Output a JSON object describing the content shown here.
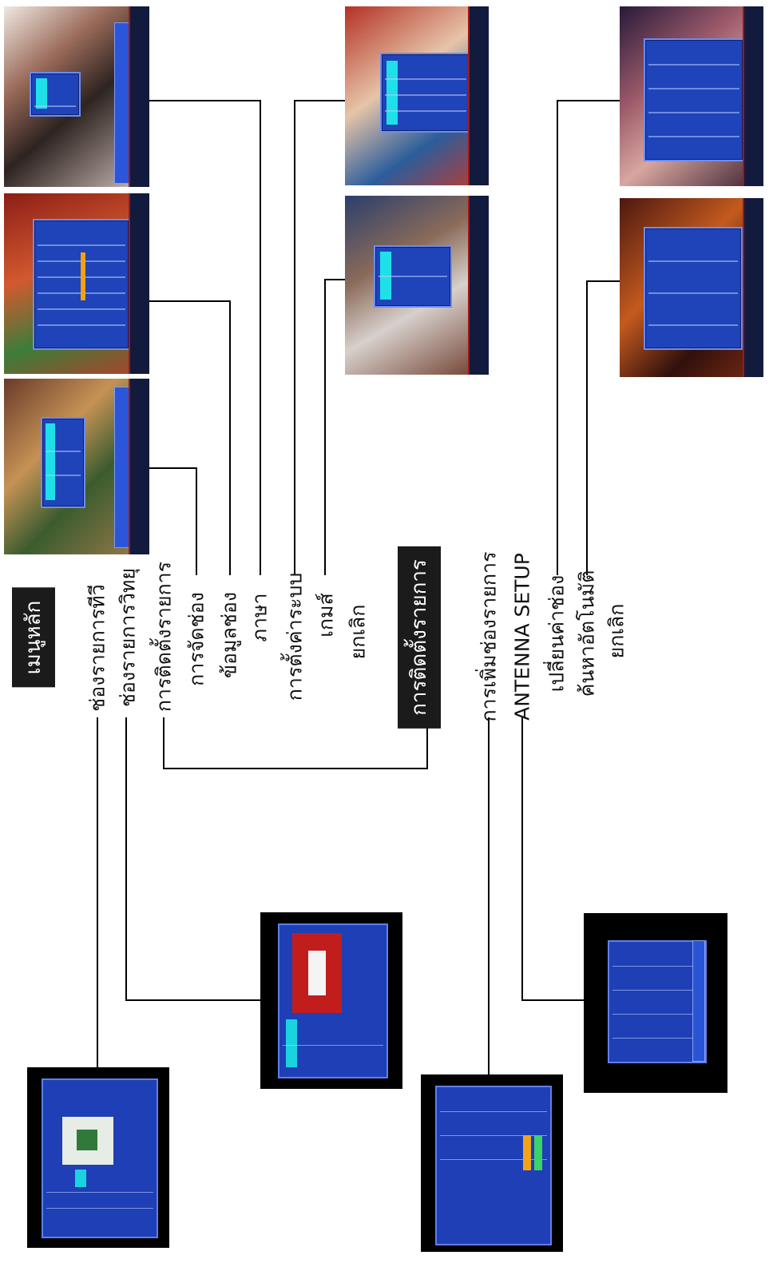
{
  "main_menu": {
    "title": "เมนูหลัก",
    "items": [
      "ช่องรายการทีวี",
      "ช่องรายการวิทยุ",
      "การติดตั้งรายการ",
      "การจัดช่อง",
      "ข้อมูลช่อง",
      "ภาษา",
      "การตั้งค่าระบบ",
      "เกมส์",
      "ยกเลิก"
    ]
  },
  "install_menu": {
    "title": "การติดตั้งรายการ",
    "items": [
      "การเพิ่มช่องรายการ",
      "ANTENNA SETUP",
      "เปลี่ยนค่าช่อง",
      "ค้นหาอัตโนมัติ",
      "ยกเลิก"
    ]
  },
  "colors": {
    "header_bg": "#1b1b1b",
    "osd_blue": "#1f43b8",
    "osd_highlight": "#1fe0e8",
    "line": "#000000"
  }
}
